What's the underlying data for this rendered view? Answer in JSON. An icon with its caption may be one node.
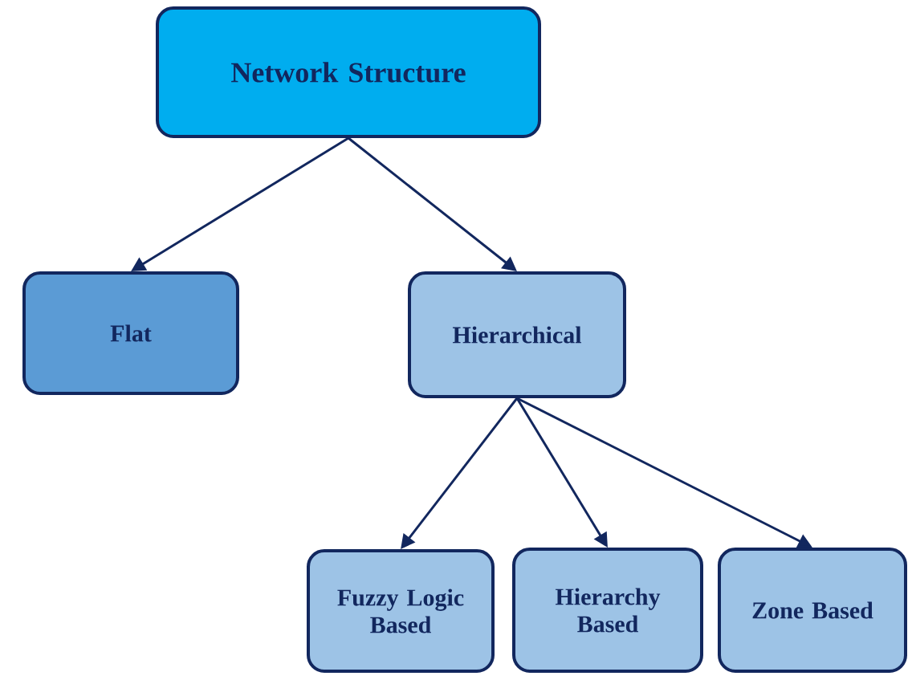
{
  "diagram": {
    "nodes": [
      {
        "text": [
          "Network Structure"
        ]
      },
      {
        "text": [
          "Flat"
        ]
      },
      {
        "text": [
          "Hierarchical"
        ]
      },
      {
        "text": [
          "Fuzzy Logic Based"
        ]
      },
      {
        "text": [
          "Hierarchy Based"
        ]
      },
      {
        "text": [
          "Zone Based"
        ]
      }
    ],
    "edges": [
      {
        "from": 0,
        "to": 1,
        "arrow": "to"
      },
      {
        "from": 0,
        "to": 2,
        "arrow": "to"
      },
      {
        "from": 2,
        "to": 3,
        "arrow": "to"
      },
      {
        "from": 2,
        "to": 4,
        "arrow": "to"
      },
      {
        "from": 2,
        "to": 5,
        "arrow": "to"
      }
    ]
  }
}
